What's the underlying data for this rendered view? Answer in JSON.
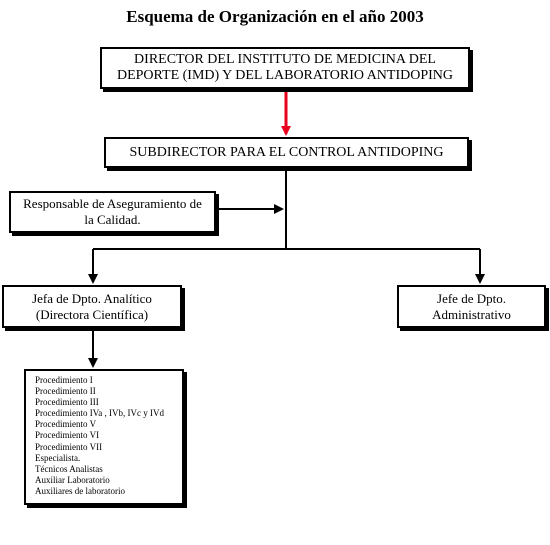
{
  "title": "Esquema de Organización en el año 2003",
  "colors": {
    "accent_arrow": "#e8001c",
    "line": "#000000"
  },
  "boxes": {
    "director": {
      "line1": "DIRECTOR DEL INSTITUTO DE MEDICINA DEL",
      "line2": "DEPORTE (IMD) Y DEL LABORATORIO ANTIDOPING"
    },
    "subdirector": {
      "text": "SUBDIRECTOR PARA EL CONTROL ANTIDOPING"
    },
    "quality": {
      "line1": "Responsable de Aseguramiento de",
      "line2": "la Calidad."
    },
    "analytic": {
      "line1": "Jefa de Dpto. Analítico",
      "line2": "(Directora Científica)"
    },
    "admin": {
      "line1": "Jefe de Dpto.",
      "line2": "Administrativo"
    }
  },
  "procedures": [
    "Procedimiento I",
    "Procedimiento II",
    "Procedimiento III",
    "Procedimiento IVa , IVb, IVc y IVd",
    "Procedimiento V",
    "Procedimiento VI",
    "Procedimiento VII",
    "Especialista.",
    "Técnicos Analistas",
    "Auxiliar Laboratorio",
    "Auxiliares de laboratorio"
  ]
}
